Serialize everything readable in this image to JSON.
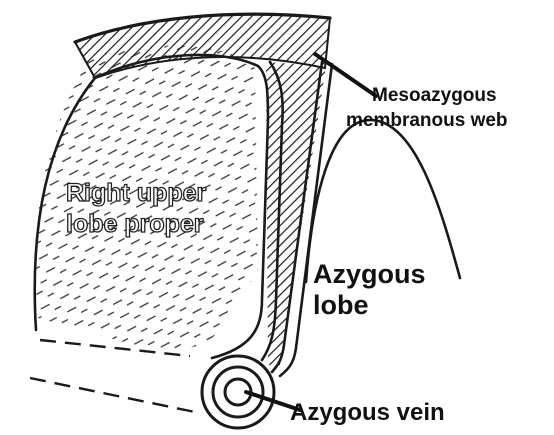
{
  "labels": {
    "mesoazygous_line1": "Mesoazygous",
    "mesoazygous_line2": "membranous web",
    "rul_line1": "Right upper",
    "rul_line2": "lobe proper",
    "azygous_lobe_line1": "Azygous",
    "azygous_lobe_line2": "lobe",
    "azygous_vein": "Azygous vein"
  },
  "colors": {
    "ink": "#1a1a1a",
    "background": "#ffffff"
  }
}
